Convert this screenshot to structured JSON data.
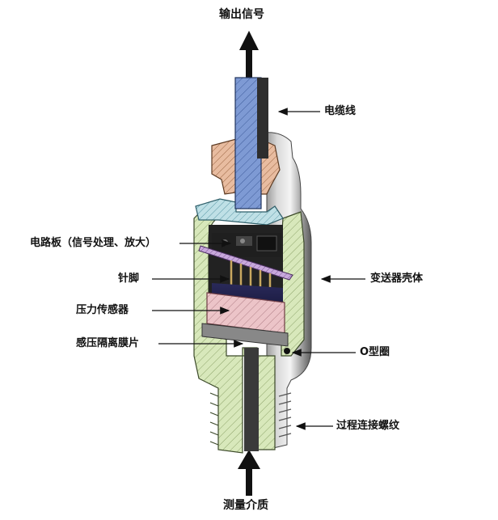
{
  "labels": {
    "output_signal": "输出信号",
    "cable": "电缆线",
    "circuit_board": "电路板（信号处理、放大）",
    "pins": "针脚",
    "pressure_sensor": "压力传感器",
    "transmitter_housing": "变送器壳体",
    "isolation_diaphragm": "感压隔离膜片",
    "o_ring": "O型圈",
    "process_thread": "过程连接螺纹",
    "measured_medium": "测量介质"
  },
  "colors": {
    "housing": "#d8e8bb",
    "cable": "#7e9ad4",
    "sensor": "#ecc4c8",
    "gland": "#e8bca0",
    "cap": "#bfe0e6",
    "board": "#c8a8dc"
  }
}
